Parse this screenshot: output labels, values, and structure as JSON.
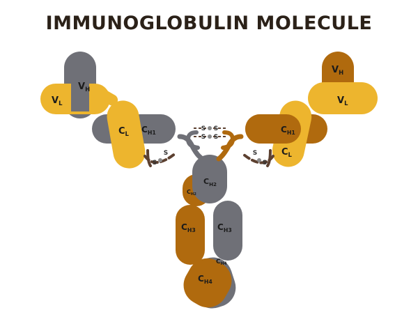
{
  "title": "IMMUNOGLOBULIN MOLECULE",
  "colors": {
    "gray": "#6f7077",
    "bronze": "#b06a0e",
    "yellow": "#edb52e",
    "bond": "#5c4030",
    "title": "#2b2118"
  },
  "labels": {
    "vh_left": {
      "main": "V",
      "sub": "H"
    },
    "vl_left": {
      "main": "V",
      "sub": "L"
    },
    "cl_left": {
      "main": "C",
      "sub": "L"
    },
    "ch1_left": {
      "main": "C",
      "sub": "H1"
    },
    "vh_right": {
      "main": "V",
      "sub": "H"
    },
    "vl_right": {
      "main": "V",
      "sub": "L"
    },
    "ch1_right": {
      "main": "C",
      "sub": "H1"
    },
    "cl_right": {
      "main": "C",
      "sub": "L"
    },
    "ch2_gray": {
      "main": "C",
      "sub": "H2"
    },
    "ch2_bronze": {
      "main": "C",
      "sub": "H2"
    },
    "ch3_bronze": {
      "main": "C",
      "sub": "H3"
    },
    "ch3_gray": {
      "main": "C",
      "sub": "H3"
    },
    "ch4_gray": {
      "main": "C",
      "sub": "H4"
    },
    "ch4_bronze": {
      "main": "C",
      "sub": "H4"
    }
  },
  "disulfide": {
    "s": "S"
  }
}
